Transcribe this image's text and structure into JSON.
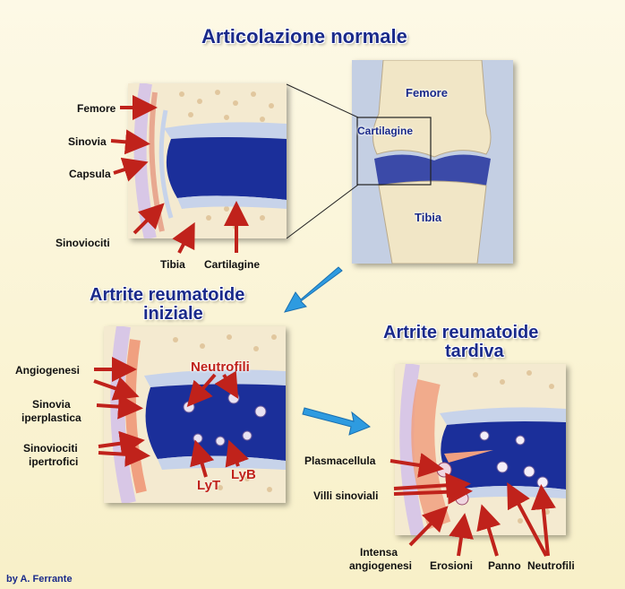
{
  "titles": {
    "normal": "Articolazione normale",
    "early_1": "Artrite reumatoide",
    "early_2": "iniziale",
    "late_1": "Artrite reumatoide",
    "late_2": "tardiva"
  },
  "normal_labels": {
    "femore": "Femore",
    "sinovia": "Sinovia",
    "capsula": "Capsula",
    "sinoviociti": "Sinoviociti",
    "tibia": "Tibia",
    "cartilagine": "Cartilagine"
  },
  "knee_labels": {
    "femore": "Femore",
    "cartilagine": "Cartilagine",
    "tibia": "Tibia"
  },
  "early_labels": {
    "angiogenesi": "Angiogenesi",
    "sinovia_1": "Sinovia",
    "sinovia_2": "iperplastica",
    "sinoviociti_1": "Sinoviociti",
    "sinoviociti_2": "ipertrofici",
    "neutrofili": "Neutrofili",
    "lyt": "LyT",
    "lyb": "LyB"
  },
  "late_labels": {
    "plasmacellula": "Plasmacellula",
    "villi": "Villi sinoviali",
    "intensa_1": "Intensa",
    "intensa_2": "angiogenesi",
    "erosioni": "Erosioni",
    "panno": "Panno",
    "neutrofili": "Neutrofili"
  },
  "credit": "by A. Ferrante",
  "colors": {
    "title": "#1a2a8a",
    "arrow_red": "#c0221b",
    "arrow_blue": "#2e9be0",
    "synovial_fluid": "#1b2f9a",
    "bone": "#f4ead0",
    "inflamed": "#f0a080"
  }
}
